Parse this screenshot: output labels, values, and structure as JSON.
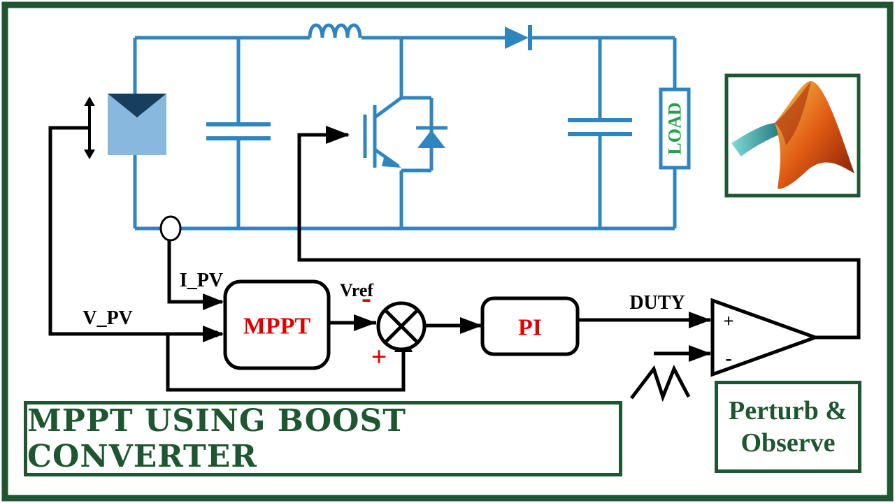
{
  "title": "MPPT USING BOOST CONVERTER",
  "method": [
    "Perturb &",
    "Observe"
  ],
  "circuit": {
    "load_label": "LOAD"
  },
  "control": {
    "mppt_label": "MPPT",
    "pi_label": "PI",
    "ipv_label": "I_PV",
    "vpv_label": "V_PV",
    "vref_label": "Vref",
    "duty_label": "DUTY",
    "minus_sign": "-",
    "plus_sign": "+",
    "comp_plus": "+",
    "comp_minus": "-"
  },
  "colors": {
    "frame": "#1e5631",
    "circuit": "#2e86c1",
    "control": "#000000",
    "block_text": "#e00000",
    "load_text": "#1fa34a"
  },
  "icons": [
    "matlab-logo-icon",
    "pv-panel-icon",
    "diode-icon",
    "inductor-icon",
    "igbt-icon",
    "capacitor-icon",
    "sawtooth-icon",
    "summing-junction-icon"
  ]
}
